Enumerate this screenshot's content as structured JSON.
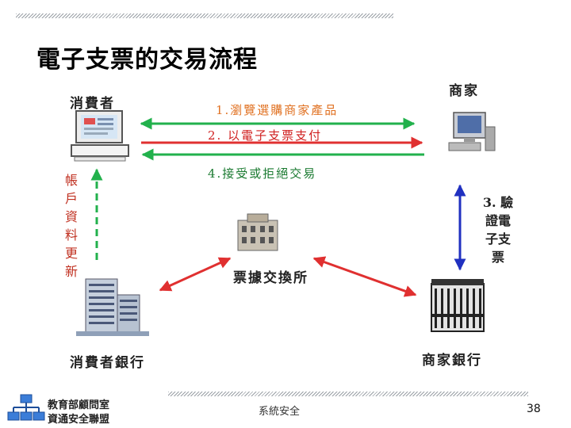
{
  "title": "電子支票的交易流程",
  "nodes": {
    "consumer": "消費者",
    "merchant": "商家",
    "clearing_house": "票據交換所",
    "consumer_bank": "消費者銀行",
    "merchant_bank": "商家銀行"
  },
  "flows": {
    "step1": "1.瀏覽選購商家產品",
    "step2": "2. 以電子支票支付",
    "step3": "3. 驗證電子支票",
    "step4": "4.接受或拒絕交易",
    "account_update": "帳戶資料更新"
  },
  "colors": {
    "green": "#22b14c",
    "red": "#e03030",
    "blue": "#2030c0",
    "step1_text": "#e07020",
    "step2_text": "#d02020",
    "step3_text": "#222222",
    "step4_text": "#1a7a30",
    "account_text": "#c03020"
  },
  "footer": {
    "org_line1": "教育部顧問室",
    "org_line2": "資通安全聯盟",
    "center": "系統安全",
    "page_number": "38"
  }
}
